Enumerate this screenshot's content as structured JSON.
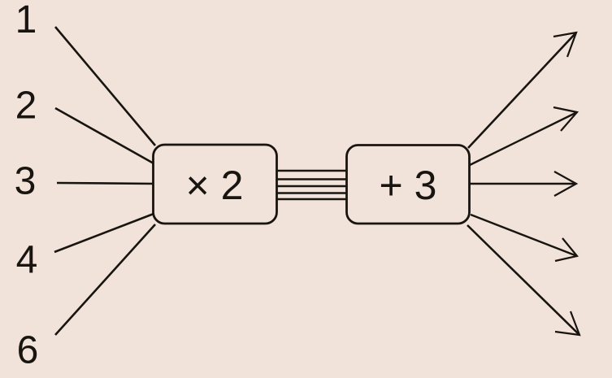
{
  "diagram": {
    "type": "function-machine",
    "background_color": "#f2e3da",
    "line_color": "#181410",
    "inputs": [
      {
        "label": "1"
      },
      {
        "label": "2"
      },
      {
        "label": "3"
      },
      {
        "label": "4"
      },
      {
        "label": "6"
      }
    ],
    "machines": [
      {
        "label": "× 2"
      },
      {
        "label": "+ 3"
      }
    ],
    "connector_line_count": 5,
    "output_arrow_count": 5
  }
}
